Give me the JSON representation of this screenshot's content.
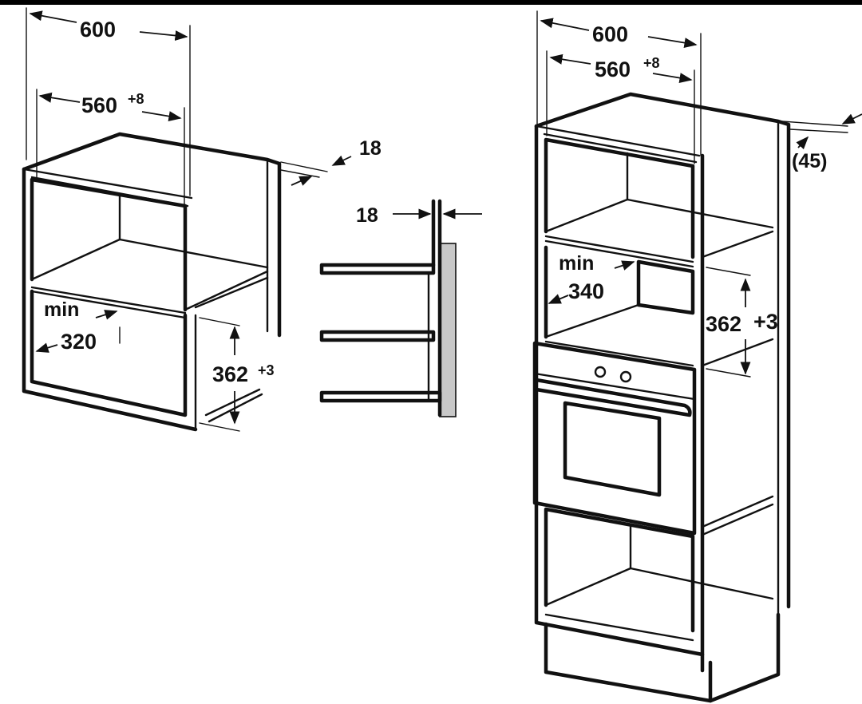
{
  "labels": {
    "left": {
      "width": "600",
      "inner_width": "560",
      "inner_width_tol": "+8",
      "side_panel": "18",
      "min_word": "min",
      "min_depth": "320",
      "height": "362",
      "height_tol": "+3"
    },
    "middle": {
      "thickness": "18"
    },
    "right": {
      "width": "600",
      "inner_width": "560",
      "inner_width_tol": "+8",
      "gap": "(45)",
      "min_word": "min",
      "min_depth": "340",
      "height": "362",
      "height_tol": "+3"
    }
  }
}
